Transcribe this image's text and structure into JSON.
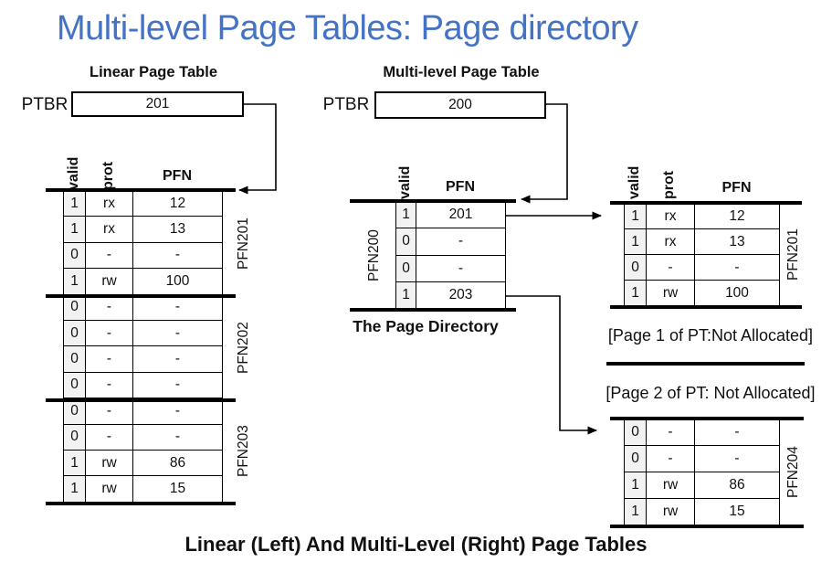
{
  "title": "Multi-level Page Tables: Page directory",
  "colors": {
    "title_blue": "#4472C4",
    "valid_column_bg": "#f2f2f2",
    "line": "#000000"
  },
  "captions": {
    "bottom": "Linear (Left) And Multi-Level (Right) Page Tables",
    "directory": "The Page Directory",
    "note_page1": "[Page 1 of PT:Not Allocated]",
    "note_page2": "[Page 2 of PT: Not Allocated]"
  },
  "linear": {
    "heading": "Linear Page Table",
    "ptbr": {
      "label": "PTBR",
      "value": "201"
    },
    "col_headers": {
      "valid": "valid",
      "prot": "prot",
      "pfn": "PFN"
    },
    "groups": [
      {
        "label": "PFN201",
        "rows": [
          {
            "valid": "1",
            "prot": "rx",
            "pfn": "12"
          },
          {
            "valid": "1",
            "prot": "rx",
            "pfn": "13"
          },
          {
            "valid": "0",
            "prot": "-",
            "pfn": "-"
          },
          {
            "valid": "1",
            "prot": "rw",
            "pfn": "100"
          }
        ]
      },
      {
        "label": "PFN202",
        "rows": [
          {
            "valid": "0",
            "prot": "-",
            "pfn": "-"
          },
          {
            "valid": "0",
            "prot": "-",
            "pfn": "-"
          },
          {
            "valid": "0",
            "prot": "-",
            "pfn": "-"
          },
          {
            "valid": "0",
            "prot": "-",
            "pfn": "-"
          }
        ]
      },
      {
        "label": "PFN203",
        "rows": [
          {
            "valid": "0",
            "prot": "-",
            "pfn": "-"
          },
          {
            "valid": "0",
            "prot": "-",
            "pfn": "-"
          },
          {
            "valid": "1",
            "prot": "rw",
            "pfn": "86"
          },
          {
            "valid": "1",
            "prot": "rw",
            "pfn": "15"
          }
        ]
      }
    ]
  },
  "multilevel": {
    "heading": "Multi-level Page Table",
    "ptbr": {
      "label": "PTBR",
      "value": "200"
    },
    "directory": {
      "side_label": "PFN200",
      "col_headers": {
        "valid": "valid",
        "pfn": "PFN"
      },
      "rows": [
        {
          "valid": "1",
          "pfn": "201"
        },
        {
          "valid": "0",
          "pfn": "-"
        },
        {
          "valid": "0",
          "pfn": "-"
        },
        {
          "valid": "1",
          "pfn": "203"
        }
      ]
    },
    "page_table_0": {
      "side_label": "PFN201",
      "col_headers": {
        "valid": "valid",
        "prot": "prot",
        "pfn": "PFN"
      },
      "rows": [
        {
          "valid": "1",
          "prot": "rx",
          "pfn": "12"
        },
        {
          "valid": "1",
          "prot": "rx",
          "pfn": "13"
        },
        {
          "valid": "0",
          "prot": "-",
          "pfn": "-"
        },
        {
          "valid": "1",
          "prot": "rw",
          "pfn": "100"
        }
      ]
    },
    "page_table_3": {
      "side_label": "PFN204",
      "rows": [
        {
          "valid": "0",
          "prot": "-",
          "pfn": "-"
        },
        {
          "valid": "0",
          "prot": "-",
          "pfn": "-"
        },
        {
          "valid": "1",
          "prot": "rw",
          "pfn": "86"
        },
        {
          "valid": "1",
          "prot": "rw",
          "pfn": "15"
        }
      ]
    }
  }
}
